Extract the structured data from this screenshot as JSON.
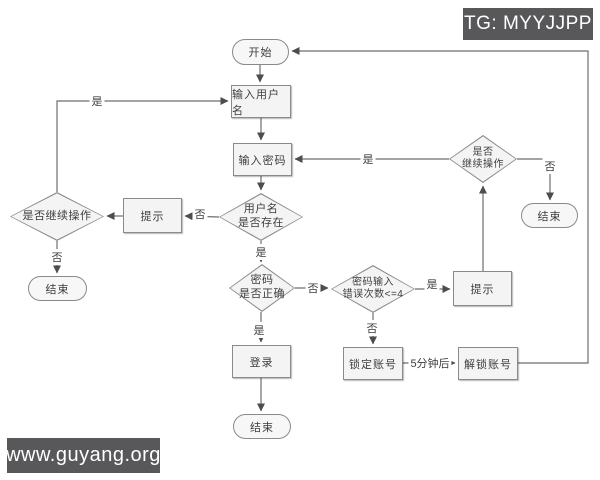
{
  "badges": {
    "tg": "TG: MYYJJPP",
    "site": "www.guyang.org"
  },
  "nodes": {
    "start": "开始",
    "input_username": "输入用户名",
    "input_password": "输入密码",
    "username_exists": [
      "用户名",
      "是否存在"
    ],
    "prompt_left": "提示",
    "continue_left": "是否继续操作",
    "end_left": "结束",
    "password_correct": [
      "密码",
      "是否正确"
    ],
    "error_count": [
      "密码输入",
      "错误次数<=4"
    ],
    "prompt_right": "提示",
    "continue_right": [
      "是否",
      "继续操作"
    ],
    "end_right": "结束",
    "login": "登录",
    "end_bottom": "结束",
    "lock_account": "锁定账号",
    "unlock_account": "解锁账号"
  },
  "edge_labels": {
    "yes": "是",
    "no": "否",
    "after_5_minutes": "5分钟后"
  },
  "colors": {
    "badge_bg": "#58585a",
    "badge_text": "#ffffff",
    "node_fill": "#f4f4f4",
    "node_border": "#8a8a8a",
    "connector": "#6e6e6e"
  }
}
